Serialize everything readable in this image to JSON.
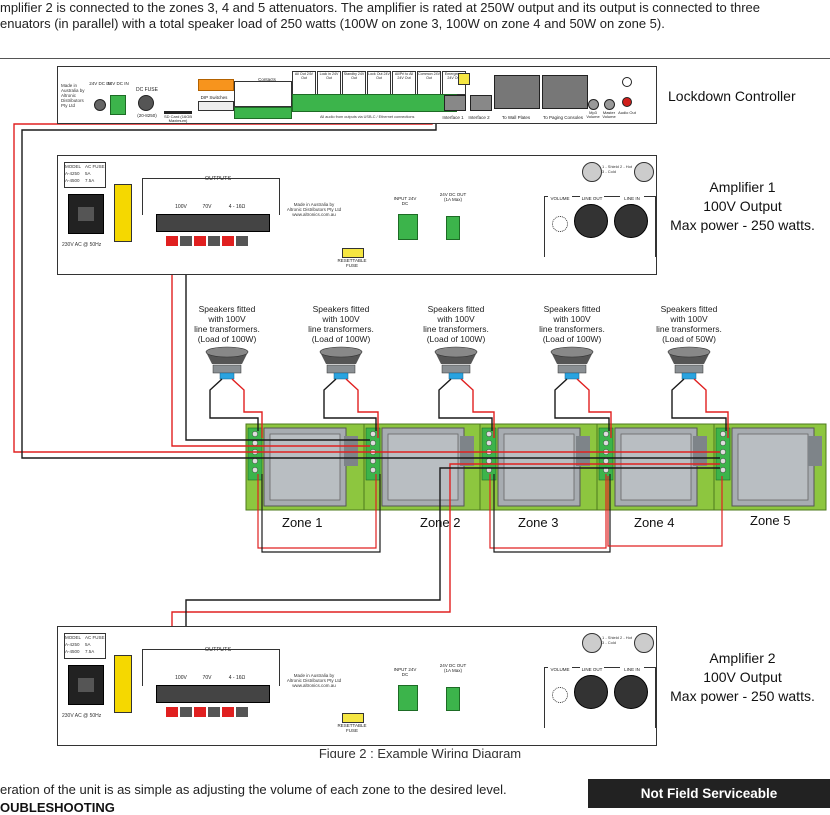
{
  "intro": {
    "line1": "mplifier 2 is connected to the zones 3, 4 and 5 attenuators. The amplifier is rated at 250W output and its output is connected to three",
    "line2": "enuators (in parallel) with a total speaker load of 250 watts (100W on zone 3, 100W on zone 4 and 50W on zone 5)."
  },
  "controller": {
    "title": "Lockdown Controller",
    "dc_in_1": "24V DC IN",
    "dc_in_2": "24V DC IN",
    "dc_fuse": "DC FUSE",
    "fuse_rating": "(20-8250)",
    "sd_card": "SD Card (16GB Maximum)",
    "dip": "DIP Switches",
    "contacts": "Contacts",
    "out_labels": [
      "All Out 24V Out",
      "Lock in 24V Out",
      "Standby 24V Out",
      "Lock Out 24V Out",
      "All/Pri to All 24V Out",
      "Common 24V Out",
      "Emergency 24V Out"
    ],
    "interface1": "Interface 1",
    "interface2": "Interface 2",
    "wallplates": "To Wall Plates",
    "paging": "To Paging Consoles",
    "mp3": "Mp3 Volume",
    "master": "Master Volume",
    "audio_out": "Audio Out",
    "note": "All audio from outputs via USB-C / Ethernet connections"
  },
  "amplifier1": {
    "title": "Amplifier 1",
    "output": "100V Output",
    "power": "Max power - 250 watts."
  },
  "amplifier2": {
    "title": "Amplifier 2",
    "output": "100V Output",
    "power": "Max power - 250 watts."
  },
  "amp_panel": {
    "model": "MODEL",
    "fuse_head": "AC FUSE",
    "model_a": "A-4250",
    "fuse_a": "5A",
    "model_b": "A-4500",
    "fuse_b": "7.5A",
    "outputs": "OUTPUTS",
    "v100": "100V",
    "v70": "70V",
    "ohm": "4 - 16Ω",
    "mfr_line1": "Made in Australia by",
    "mfr_line2": "Altronic Distributors Pty Ltd",
    "mfr_line3": "www.altronics.com.au",
    "input": "INPUT 24V DC",
    "dc_out": "24V DC OUT (1A Max)",
    "resettable": "RESETTABLE FUSE",
    "volume": "VOLUME",
    "line_out": "LINE OUT",
    "line_in": "LINE IN",
    "ac": "230V AC @ 50Hz",
    "pins": "1 - Shield  2 - Hot  3 - Cold"
  },
  "speakers": [
    {
      "line1": "Speakers fitted",
      "line2": "with 100V",
      "line3": "line transformers.",
      "line4": "(Load of 100W)"
    },
    {
      "line1": "Speakers fitted",
      "line2": "with 100V",
      "line3": "line transformers.",
      "line4": "(Load of 100W)"
    },
    {
      "line1": "Speakers fitted",
      "line2": "with 100V",
      "line3": "line transformers.",
      "line4": "(Load of 100W)"
    },
    {
      "line1": "Speakers fitted",
      "line2": "with 100V",
      "line3": "line transformers.",
      "line4": "(Load of 100W)"
    },
    {
      "line1": "Speakers fitted",
      "line2": "with 100V",
      "line3": "line transformers.",
      "line4": "(Load of 50W)"
    }
  ],
  "zones": [
    "Zone 1",
    "Zone 2",
    "Zone 3",
    "Zone 4",
    "Zone 5"
  ],
  "figure_caption": "Figure 2 : Example Wiring Diagram",
  "footer": {
    "line1": "eration of the unit is as simple as adjusting the volume of each zone to the desired level.",
    "line2": "OUBLESHOOTING",
    "badge": "Not Field Serviceable"
  },
  "colors": {
    "wire_red": "#e02020",
    "wire_black": "#1a1a1a",
    "wire_blue": "#1e88e5",
    "terminal_green": "#3cb44b",
    "attenuator_green": "#8dc63f",
    "attenuator_grey": "#9aa0a6"
  }
}
